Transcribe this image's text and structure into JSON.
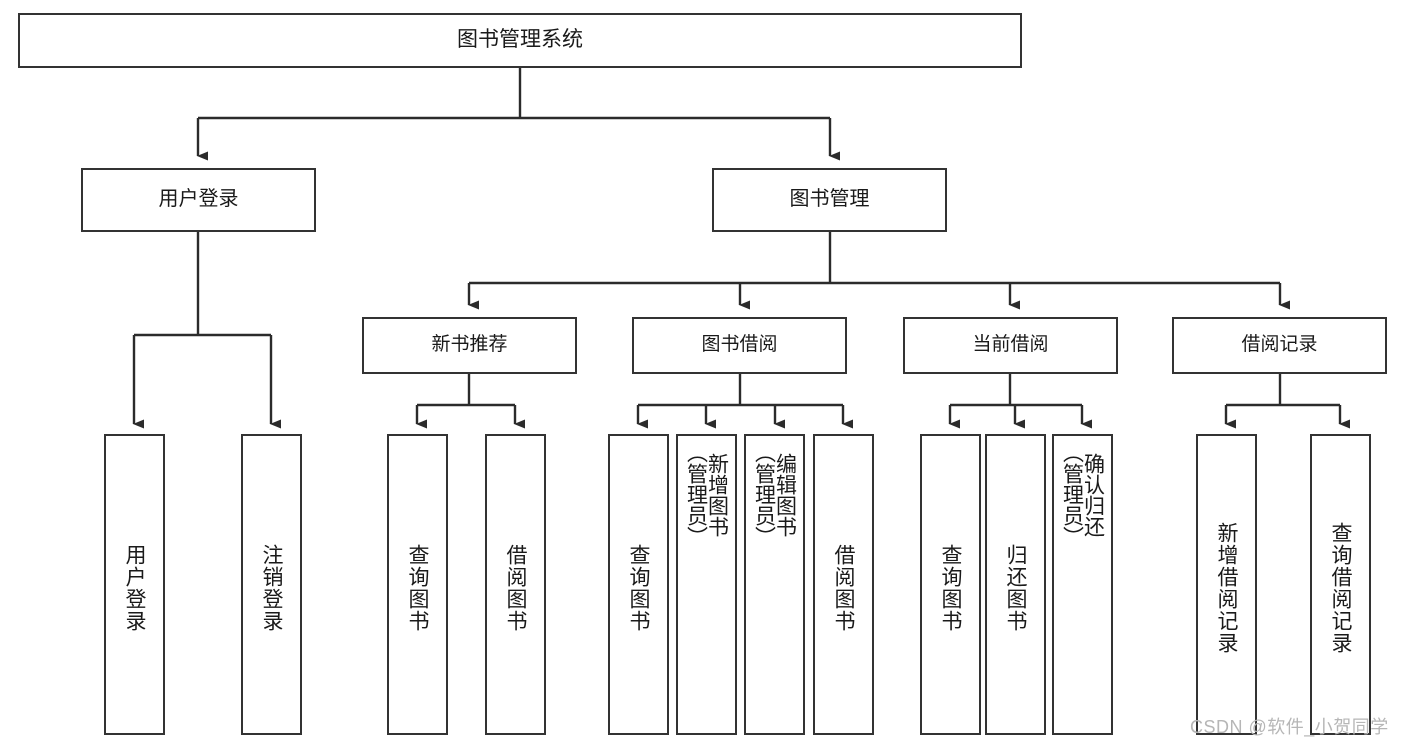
{
  "diagram": {
    "title": "图书管理系统",
    "type": "tree-hierarchy-chart",
    "colors": {
      "box_border": "#333333",
      "box_fill": "#ffffff",
      "connector": "#2b2b2b",
      "text": "#1a1a1a",
      "watermark": "#b6b6b6",
      "background": "#ffffff"
    },
    "root": {
      "label": "图书管理系统"
    },
    "level2": [
      {
        "label": "用户登录"
      },
      {
        "label": "图书管理"
      }
    ],
    "level3": [
      {
        "label": "新书推荐"
      },
      {
        "label": "图书借阅"
      },
      {
        "label": "当前借阅"
      },
      {
        "label": "借阅记录"
      }
    ],
    "leaves": {
      "user_login": [
        {
          "label": "用户登录"
        },
        {
          "label": "注销登录"
        }
      ],
      "new_book_recommend": [
        {
          "label": "查询图书"
        },
        {
          "label": "借阅图书"
        }
      ],
      "book_borrow": [
        {
          "label": "查询图书"
        },
        {
          "label": "新增图书\n（管理员）"
        },
        {
          "label": "编辑图书\n（管理员）"
        },
        {
          "label": "借阅图书"
        }
      ],
      "current_borrow": [
        {
          "label": "查询图书"
        },
        {
          "label": "归还图书"
        },
        {
          "label": "确认归还\n（管理员）"
        }
      ],
      "borrow_record": [
        {
          "label": "新增借阅记录"
        },
        {
          "label": "查询借阅记录"
        }
      ]
    },
    "watermark": "CSDN @软件_小贺同学"
  }
}
